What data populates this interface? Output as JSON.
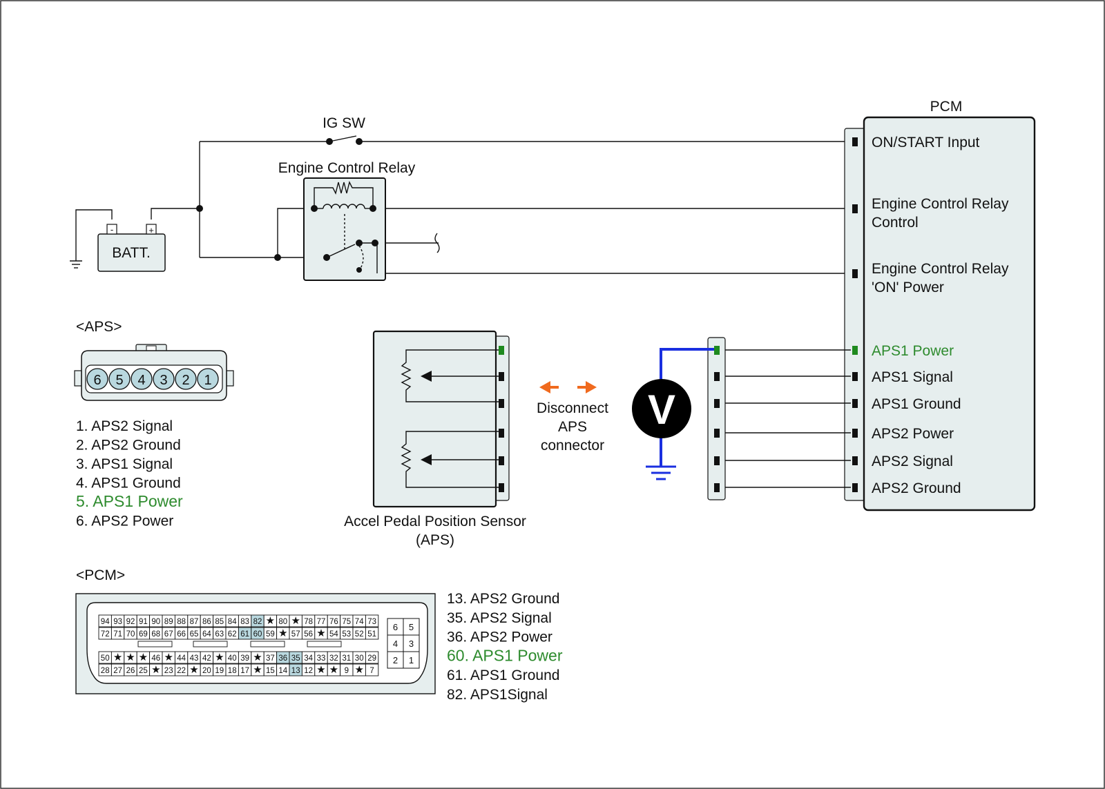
{
  "colors": {
    "highlight_text": "#2e8b2e",
    "highlight_pin": "#1f8a1f",
    "probe_wire": "#1a2fe0",
    "arrow": "#f06a1e",
    "box_fill": "#e6eeee",
    "pin_fill": "#b9d8df"
  },
  "ig_switch": {
    "label": "IG SW"
  },
  "relay": {
    "label": "Engine Control Relay"
  },
  "battery": {
    "label": "BATT.",
    "neg": "-",
    "pos": "+"
  },
  "pcm": {
    "title": "PCM",
    "terminals": [
      {
        "lines": [
          "ON/START Input"
        ],
        "highlight": false
      },
      {
        "lines": [
          "Engine Control Relay",
          "Control"
        ],
        "highlight": false
      },
      {
        "lines": [
          "Engine Control Relay",
          "'ON' Power"
        ],
        "highlight": false
      },
      {
        "lines": [
          "APS1 Power"
        ],
        "highlight": true
      },
      {
        "lines": [
          "APS1 Signal"
        ],
        "highlight": false
      },
      {
        "lines": [
          "APS1 Ground"
        ],
        "highlight": false
      },
      {
        "lines": [
          "APS2 Power"
        ],
        "highlight": false
      },
      {
        "lines": [
          "APS2 Signal"
        ],
        "highlight": false
      },
      {
        "lines": [
          "APS2 Ground"
        ],
        "highlight": false
      }
    ]
  },
  "aps_connector": {
    "title": "<APS>",
    "pins": [
      "6",
      "5",
      "4",
      "3",
      "2",
      "1"
    ],
    "legend": [
      {
        "text": "1. APS2 Signal",
        "highlight": false
      },
      {
        "text": "2. APS2 Ground",
        "highlight": false
      },
      {
        "text": "3. APS1 Signal",
        "highlight": false
      },
      {
        "text": "4. APS1 Ground",
        "highlight": false
      },
      {
        "text": "5. APS1 Power",
        "highlight": true
      },
      {
        "text": "6. APS2 Power",
        "highlight": false
      }
    ]
  },
  "sensor": {
    "label_lines": [
      "Accel Pedal Position Sensor",
      "(APS)"
    ]
  },
  "disconnect": {
    "lines": [
      "Disconnect",
      "APS",
      "connector"
    ]
  },
  "voltmeter": {
    "symbol": "V"
  },
  "pcm_connector": {
    "title": "<PCM>",
    "rows": [
      [
        "94",
        "93",
        "92",
        "91",
        "90",
        "89",
        "88",
        "87",
        "86",
        "85",
        "84",
        "83",
        "82",
        "*",
        "80",
        "*",
        "78",
        "77",
        "76",
        "75",
        "74",
        "73"
      ],
      [
        "72",
        "71",
        "70",
        "69",
        "68",
        "67",
        "66",
        "65",
        "64",
        "63",
        "62",
        "61",
        "60",
        "59",
        "*",
        "57",
        "56",
        "*",
        "54",
        "53",
        "52",
        "51"
      ],
      [
        "50",
        "*",
        "*",
        "*",
        "46",
        "*",
        "44",
        "43",
        "42",
        "*",
        "40",
        "39",
        "*",
        "37",
        "36",
        "35",
        "34",
        "33",
        "32",
        "31",
        "30",
        "29"
      ],
      [
        "28",
        "27",
        "26",
        "25",
        "*",
        "23",
        "22",
        "*",
        "20",
        "19",
        "18",
        "17",
        "*",
        "15",
        "14",
        "13",
        "12",
        "*",
        "*",
        "9",
        "*",
        "7"
      ]
    ],
    "highlighted": [
      "82",
      "61",
      "60",
      "36",
      "35",
      "13"
    ],
    "side_grid": [
      [
        "6",
        "5"
      ],
      [
        "4",
        "3"
      ],
      [
        "2",
        "1"
      ]
    ],
    "legend": [
      {
        "text": "13. APS2 Ground",
        "highlight": false
      },
      {
        "text": "35. APS2 Signal",
        "highlight": false
      },
      {
        "text": "36. APS2 Power",
        "highlight": false
      },
      {
        "text": "60. APS1 Power",
        "highlight": true
      },
      {
        "text": "61. APS1 Ground",
        "highlight": false
      },
      {
        "text": "82. APS1Signal",
        "highlight": false
      }
    ]
  }
}
